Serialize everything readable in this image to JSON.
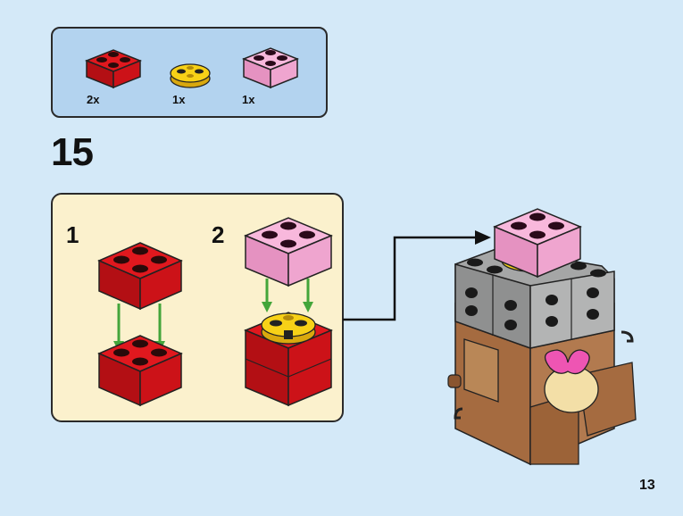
{
  "parts_list": {
    "items": [
      {
        "qty": "2x",
        "part": "red-2x2-brick",
        "color": "#d8141b"
      },
      {
        "qty": "1x",
        "part": "yellow-2x2-round-turntable",
        "color": "#f7d117"
      },
      {
        "qty": "1x",
        "part": "pink-2x2-brick",
        "color": "#f6a9d4"
      }
    ]
  },
  "step": {
    "number": "15"
  },
  "sub_steps": [
    {
      "number": "1"
    },
    {
      "number": "2"
    }
  ],
  "page": {
    "number": "13"
  },
  "colors": {
    "background": "#d4e9f8",
    "parts_box": "#b3d3ef",
    "sub_box": "#fbf1cd",
    "arrow_green": "#43a53a",
    "model_brown": "#b27a4f",
    "model_gray": "#a5a6a6"
  }
}
